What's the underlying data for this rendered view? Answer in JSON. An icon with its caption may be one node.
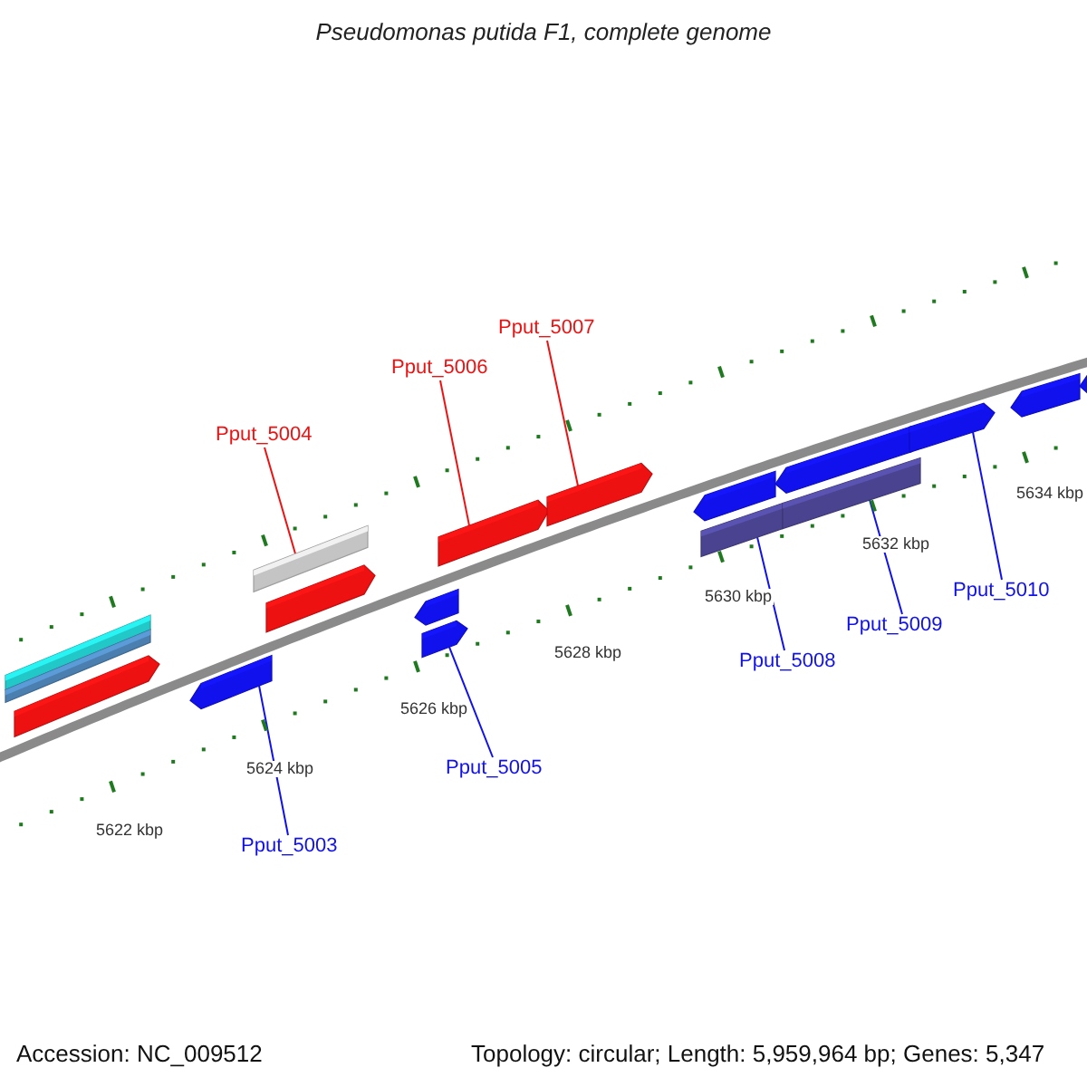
{
  "diagram": {
    "title": "Pseudomonas putida F1, complete genome",
    "nodes": [
      {
        "text": [
          "Pput_5007"
        ]
      },
      {
        "text": [
          "Pput_5006"
        ]
      },
      {
        "text": [
          "Pput_5004"
        ]
      },
      {
        "text": [
          "Pput_5010"
        ]
      },
      {
        "text": [
          "Pput_5009"
        ]
      },
      {
        "text": [
          "Pput_5008"
        ]
      },
      {
        "text": [
          "Pput_5005"
        ]
      },
      {
        "text": [
          "Pput_5003"
        ]
      },
      {
        "text": [],
        "shape": "box"
      },
      {
        "text": [],
        "shape": "box"
      },
      {
        "text": [],
        "shape": "arrow"
      },
      {
        "text": [],
        "shape": "arrow"
      },
      {
        "text": [],
        "shape": "box"
      },
      {
        "text": [],
        "shape": "arrow"
      },
      {
        "text": [],
        "shape": "arrow"
      },
      {
        "text": [],
        "shape": "arrow"
      },
      {
        "text": [],
        "shape": "arrow"
      },
      {
        "text": [],
        "shape": "arrow"
      },
      {
        "text": [],
        "shape": "arrow"
      },
      {
        "text": [],
        "shape": "box"
      },
      {
        "text": [],
        "shape": "arrow"
      },
      {
        "text": [],
        "shape": "box"
      },
      {
        "text": [],
        "shape": "arrow"
      },
      {
        "text": [],
        "shape": "arrow"
      },
      {
        "text": [],
        "shape": "arrow"
      }
    ],
    "edges": [
      {
        "from": 0,
        "to": 17,
        "arrow": "none",
        "color": "#ee1111"
      },
      {
        "from": 1,
        "to": 16,
        "arrow": "none",
        "color": "#ee1111"
      },
      {
        "from": 2,
        "to": 12,
        "arrow": "none",
        "color": "#ee1111"
      },
      {
        "from": 3,
        "to": 22,
        "arrow": "none"
      },
      {
        "from": 4,
        "to": 21,
        "arrow": "none"
      },
      {
        "from": 5,
        "to": 19,
        "arrow": "none"
      },
      {
        "from": 6,
        "to": 15,
        "arrow": "none"
      },
      {
        "from": 7,
        "to": 11,
        "arrow": "none"
      }
    ],
    "labels": [
      "5634 kbp",
      "5632 kbp",
      "5630 kbp",
      "5628 kbp",
      "5626 kbp",
      "5624 kbp",
      "5622 kbp",
      "Accession: NC_009512",
      "Topology: circular; Length: 5,959,964 bp; Genes: 5,347"
    ]
  }
}
